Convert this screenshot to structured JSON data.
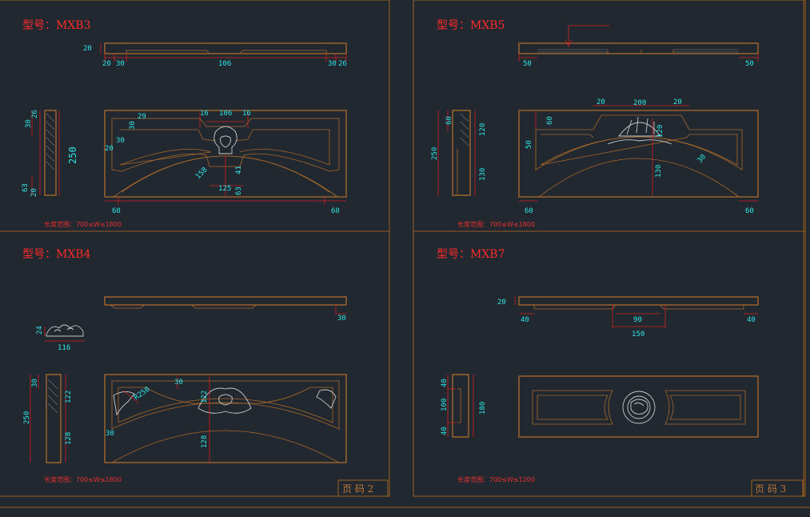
{
  "panels": [
    {
      "model": "型号：MXB3",
      "note": "长度范围：700≤W≤1800",
      "dims": [
        "20",
        "20",
        "30",
        "106",
        "30",
        "26",
        "30",
        "20",
        "26",
        "30",
        "20",
        "250",
        "63",
        "20",
        "60",
        "16",
        "106",
        "16",
        "29",
        "30",
        "20",
        "30",
        "158",
        "41",
        "125",
        "63",
        "60"
      ]
    },
    {
      "model": "型号：MXB5",
      "note": "长度范围：700≤W≤1800",
      "dims": [
        "50",
        "50",
        "60",
        "120",
        "250",
        "130",
        "20",
        "200",
        "20",
        "60",
        "50",
        "120",
        "130",
        "30",
        "60",
        "60"
      ]
    },
    {
      "model": "型号：MXB4",
      "note": "长度范围：700≤W≤1800",
      "dims": [
        "30",
        "24",
        "116",
        "30",
        "122",
        "250",
        "128",
        "30",
        "R250",
        "122",
        "30",
        "128"
      ]
    },
    {
      "model": "型号：MXB7",
      "note": "长度范围：700≤W≤1200",
      "dims": [
        "20",
        "40",
        "90",
        "150",
        "40",
        "40",
        "100",
        "40",
        "180"
      ]
    }
  ],
  "page_labels": [
    "页 码 2",
    "页 码 3"
  ]
}
